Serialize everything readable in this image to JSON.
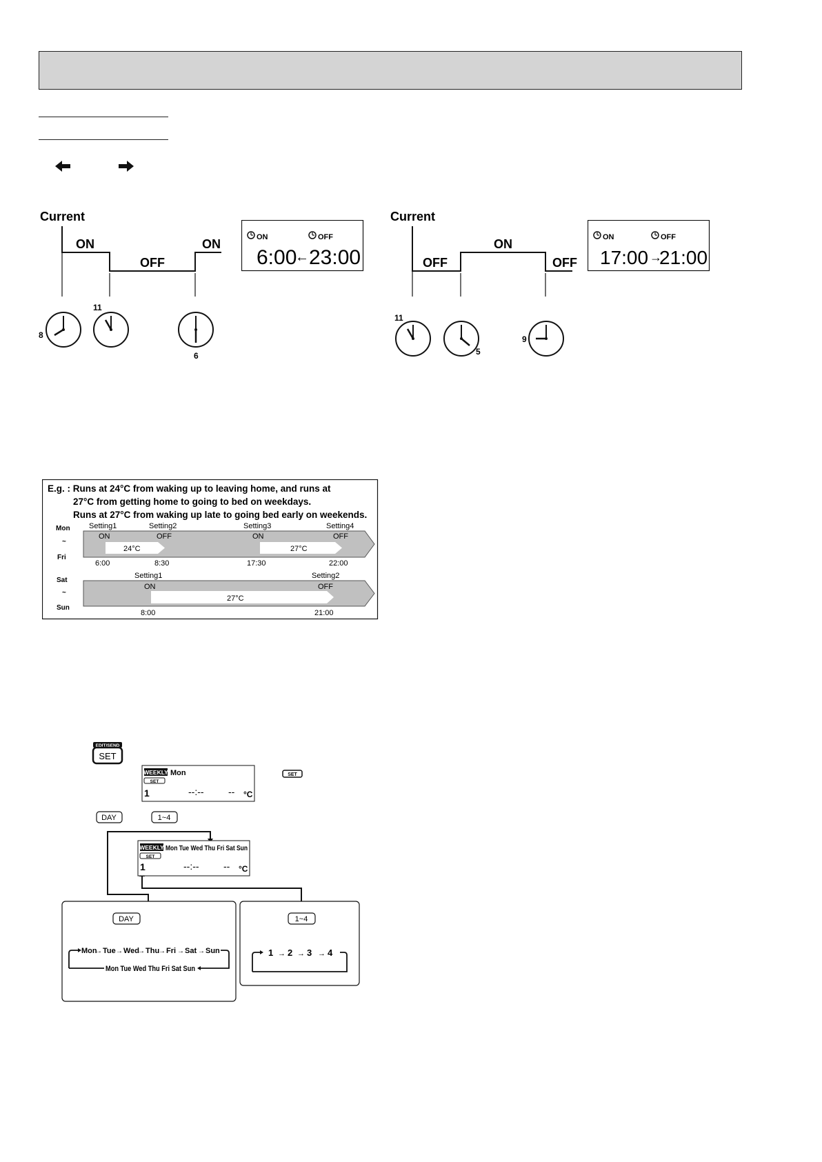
{
  "timer_example_1": {
    "current_label": "Current",
    "on_label_left": "ON",
    "off_label": "OFF",
    "on_label_right": "ON",
    "lcd_on_label": "ON",
    "lcd_off_label": "OFF",
    "lcd_on_time": "6:00",
    "lcd_off_time": "23:00",
    "lcd_arrow": "←",
    "clock_labels": [
      "8",
      "11",
      "6"
    ]
  },
  "timer_example_2": {
    "current_label": "Current",
    "off_label_left": "OFF",
    "on_label": "ON",
    "off_label_right": "OFF",
    "lcd_on_label": "ON",
    "lcd_off_label": "OFF",
    "lcd_on_time": "17:00",
    "lcd_off_time": "21:00",
    "lcd_arrow": "→",
    "clock_labels": [
      "11",
      "5",
      "9"
    ]
  },
  "weekly_example": {
    "intro_lines": [
      "E.g. : Runs at 24°C from waking up to leaving home, and runs at",
      "27°C from getting home to going to bed on weekdays.",
      "Runs at 27°C from waking up late to going bed early on weekends."
    ],
    "weekday_row": {
      "day_start": "Mon",
      "tilde": "~",
      "day_end": "Fri",
      "settings": [
        "Setting1",
        "Setting2",
        "Setting3",
        "Setting4"
      ],
      "states": [
        "ON",
        "OFF",
        "ON",
        "OFF"
      ],
      "times": [
        "6:00",
        "8:30",
        "17:30",
        "22:00"
      ],
      "temps": [
        "24°C",
        "27°C"
      ]
    },
    "weekend_row": {
      "day_start": "Sat",
      "tilde": "~",
      "day_end": "Sun",
      "settings": [
        "Setting1",
        "Setting2"
      ],
      "states": [
        "ON",
        "OFF"
      ],
      "times": [
        "8:00",
        "21:00"
      ],
      "temps": [
        "27°C"
      ]
    }
  },
  "procedure": {
    "edit_send_label": "EDIT/SEND",
    "set_button": "SET",
    "lcd1": {
      "weekly": "WEEKLY",
      "day": "Mon",
      "set": "SET",
      "number": "1",
      "time": "--:--",
      "temp": "--",
      "unit": "°C"
    },
    "set_small_icon": "SET",
    "day_button": "DAY",
    "num_button": "1~4",
    "lcd2": {
      "weekly": "WEEKLY",
      "days": "Mon Tue Wed Thu Fri Sat Sun",
      "set": "SET",
      "number": "1",
      "time": "--:--",
      "temp": "--",
      "unit": "°C"
    },
    "day_box": {
      "button": "DAY",
      "sequence": [
        "Mon",
        "Tue",
        "Wed",
        "Thu",
        "Fri",
        "Sat",
        "Sun"
      ],
      "return_line": "Mon Tue Wed Thu Fri Sat Sun"
    },
    "num_box": {
      "button": "1~4",
      "sequence": [
        "1",
        "2",
        "3",
        "4"
      ]
    }
  },
  "icons": [
    "arrow-left-icon",
    "arrow-right-icon",
    "timer-clock-icon",
    "clock-face-icon"
  ]
}
